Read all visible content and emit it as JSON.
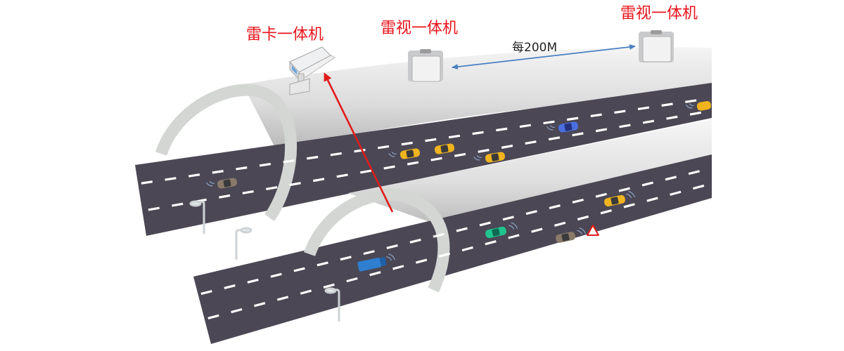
{
  "labels": {
    "radar_card_unit": "雷卡一体机",
    "radar_video_unit_1": "雷视一体机",
    "radar_video_unit_2": "雷视一体机",
    "spacing": "每200M"
  },
  "colors": {
    "label_red": "#e8141b",
    "road": "#4b4754",
    "tunnel_body": "#d9d9d9",
    "tunnel_arch": "#d3d6d3",
    "arrow_red": "#e01b1b",
    "dimension_blue": "#4a7fc1"
  },
  "icons": {
    "camera": "radar-card-camera-icon",
    "radar_box": "radar-video-unit-icon",
    "warning": "warning-triangle-icon"
  }
}
